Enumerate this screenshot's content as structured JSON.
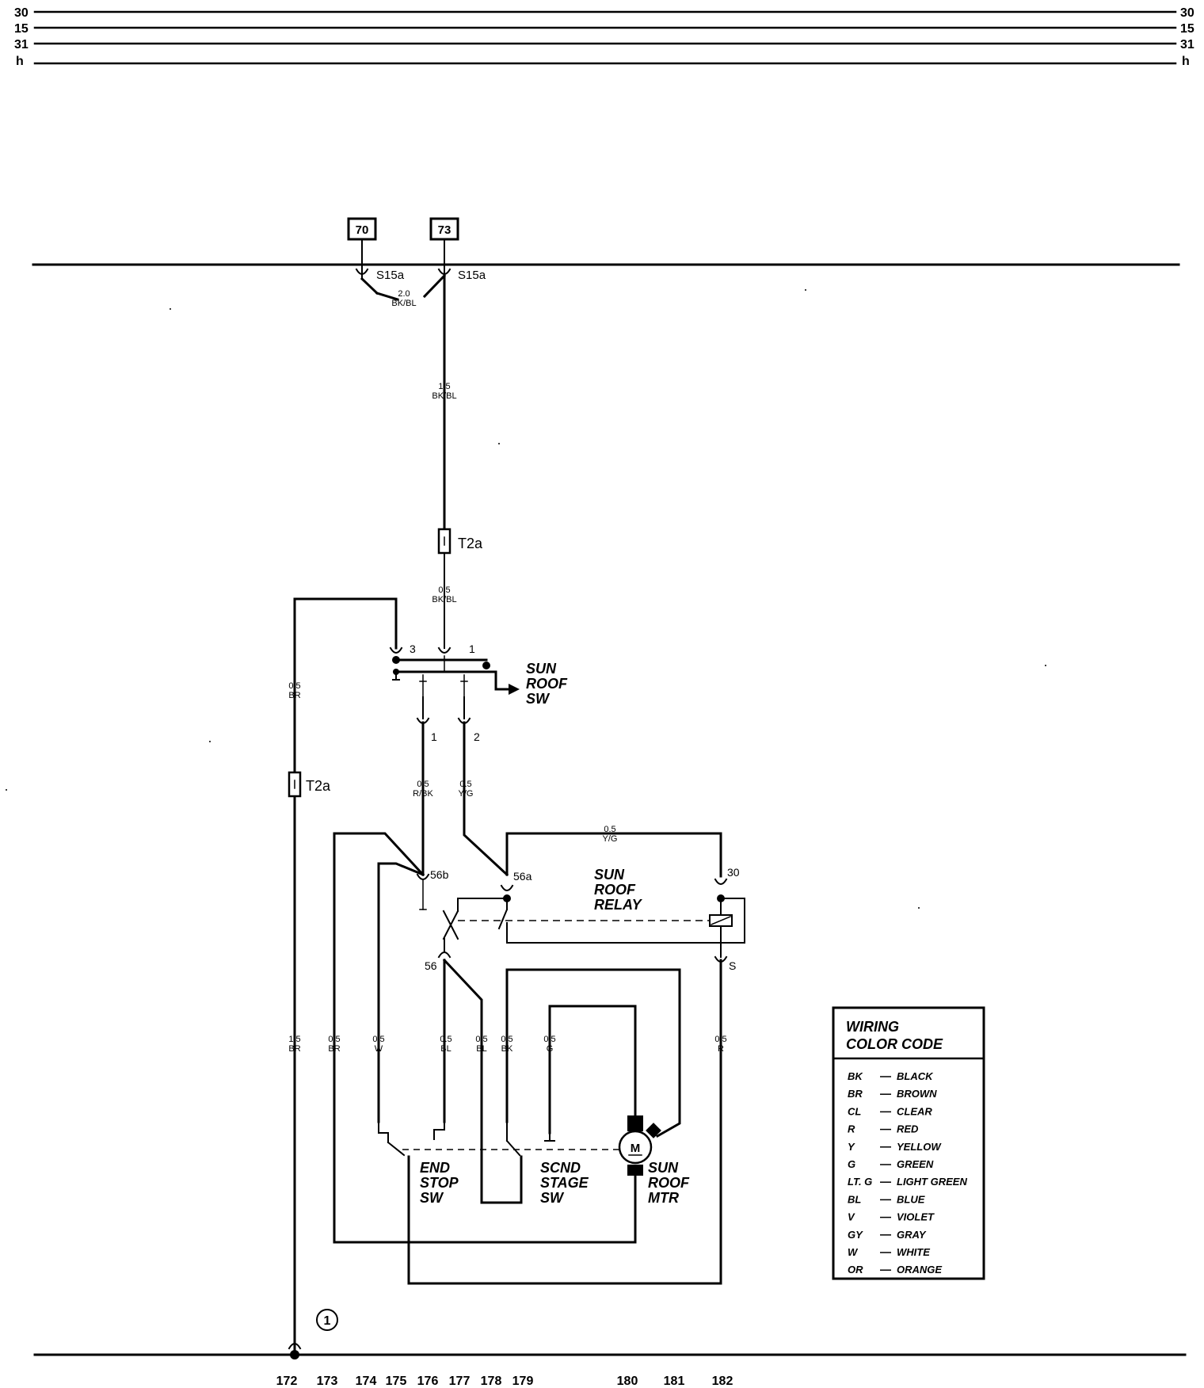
{
  "bus_rails": {
    "left": [
      "30",
      "15",
      "31",
      "h"
    ],
    "right": [
      "30",
      "15",
      "31",
      "h"
    ]
  },
  "references": {
    "ref_70": "70",
    "ref_73": "73"
  },
  "splices": {
    "left": "S15a",
    "right": "S15a"
  },
  "connectors": {
    "t2a_top": "T2a",
    "t2a_left": "T2a"
  },
  "wires": {
    "w_20_bkbl": {
      "size": "2.0",
      "color": "BK/BL"
    },
    "w_15_bkbl": {
      "size": "1.5",
      "color": "BK/BL"
    },
    "w_05_bkbl": {
      "size": "0.5",
      "color": "BK/BL"
    },
    "w_05_br_top": {
      "size": "0.5",
      "color": "BR"
    },
    "w_05_rbk": {
      "size": "0.5",
      "color": "R/BK"
    },
    "w_05_yg": {
      "size": "0.5",
      "color": "Y/G"
    },
    "w_05_yg_top": {
      "size": "0.5",
      "color": "Y/G"
    },
    "w_15_br": {
      "size": "1.5",
      "color": "BR"
    },
    "w_05_br": {
      "size": "0.5",
      "color": "BR"
    },
    "w_05_w": {
      "size": "0.5",
      "color": "W"
    },
    "w_05_bl_1": {
      "size": "0.5",
      "color": "BL"
    },
    "w_05_bl_2": {
      "size": "0.5",
      "color": "BL"
    },
    "w_05_bk": {
      "size": "0.5",
      "color": "BK"
    },
    "w_05_g": {
      "size": "0.5",
      "color": "G"
    },
    "w_05_r": {
      "size": "0.5",
      "color": "R"
    }
  },
  "pins": {
    "sw_3": "3",
    "sw_1": "1",
    "sw_out_1": "1",
    "sw_out_2": "2",
    "relay_56b": "56b",
    "relay_56a": "56a",
    "relay_30": "30",
    "relay_56": "56",
    "relay_s": "S"
  },
  "components": {
    "sun_roof_sw": [
      "SUN",
      "ROOF",
      "SW"
    ],
    "sun_roof_relay": [
      "SUN",
      "ROOF",
      "RELAY"
    ],
    "end_stop_sw": [
      "END",
      "STOP",
      "SW"
    ],
    "scnd_stage_sw": [
      "SCND",
      "STAGE",
      "SW"
    ],
    "sun_roof_mtr": [
      "SUN",
      "ROOF",
      "MTR"
    ],
    "motor_symbol": "M"
  },
  "ground": {
    "label": "1"
  },
  "legend": {
    "title": [
      "WIRING",
      "COLOR CODE"
    ],
    "entries": [
      {
        "code": "BK",
        "name": "BLACK"
      },
      {
        "code": "BR",
        "name": "BROWN"
      },
      {
        "code": "CL",
        "name": "CLEAR"
      },
      {
        "code": "R",
        "name": "RED"
      },
      {
        "code": "Y",
        "name": "YELLOW"
      },
      {
        "code": "G",
        "name": "GREEN"
      },
      {
        "code": "LT. G",
        "name": "LIGHT GREEN"
      },
      {
        "code": "BL",
        "name": "BLUE"
      },
      {
        "code": "V",
        "name": "VIOLET"
      },
      {
        "code": "GY",
        "name": "GRAY"
      },
      {
        "code": "W",
        "name": "WHITE"
      },
      {
        "code": "OR",
        "name": "ORANGE"
      }
    ]
  },
  "grid_numbers": [
    "172",
    "173",
    "174",
    "175",
    "176",
    "177",
    "178",
    "179",
    "180",
    "181",
    "182"
  ]
}
